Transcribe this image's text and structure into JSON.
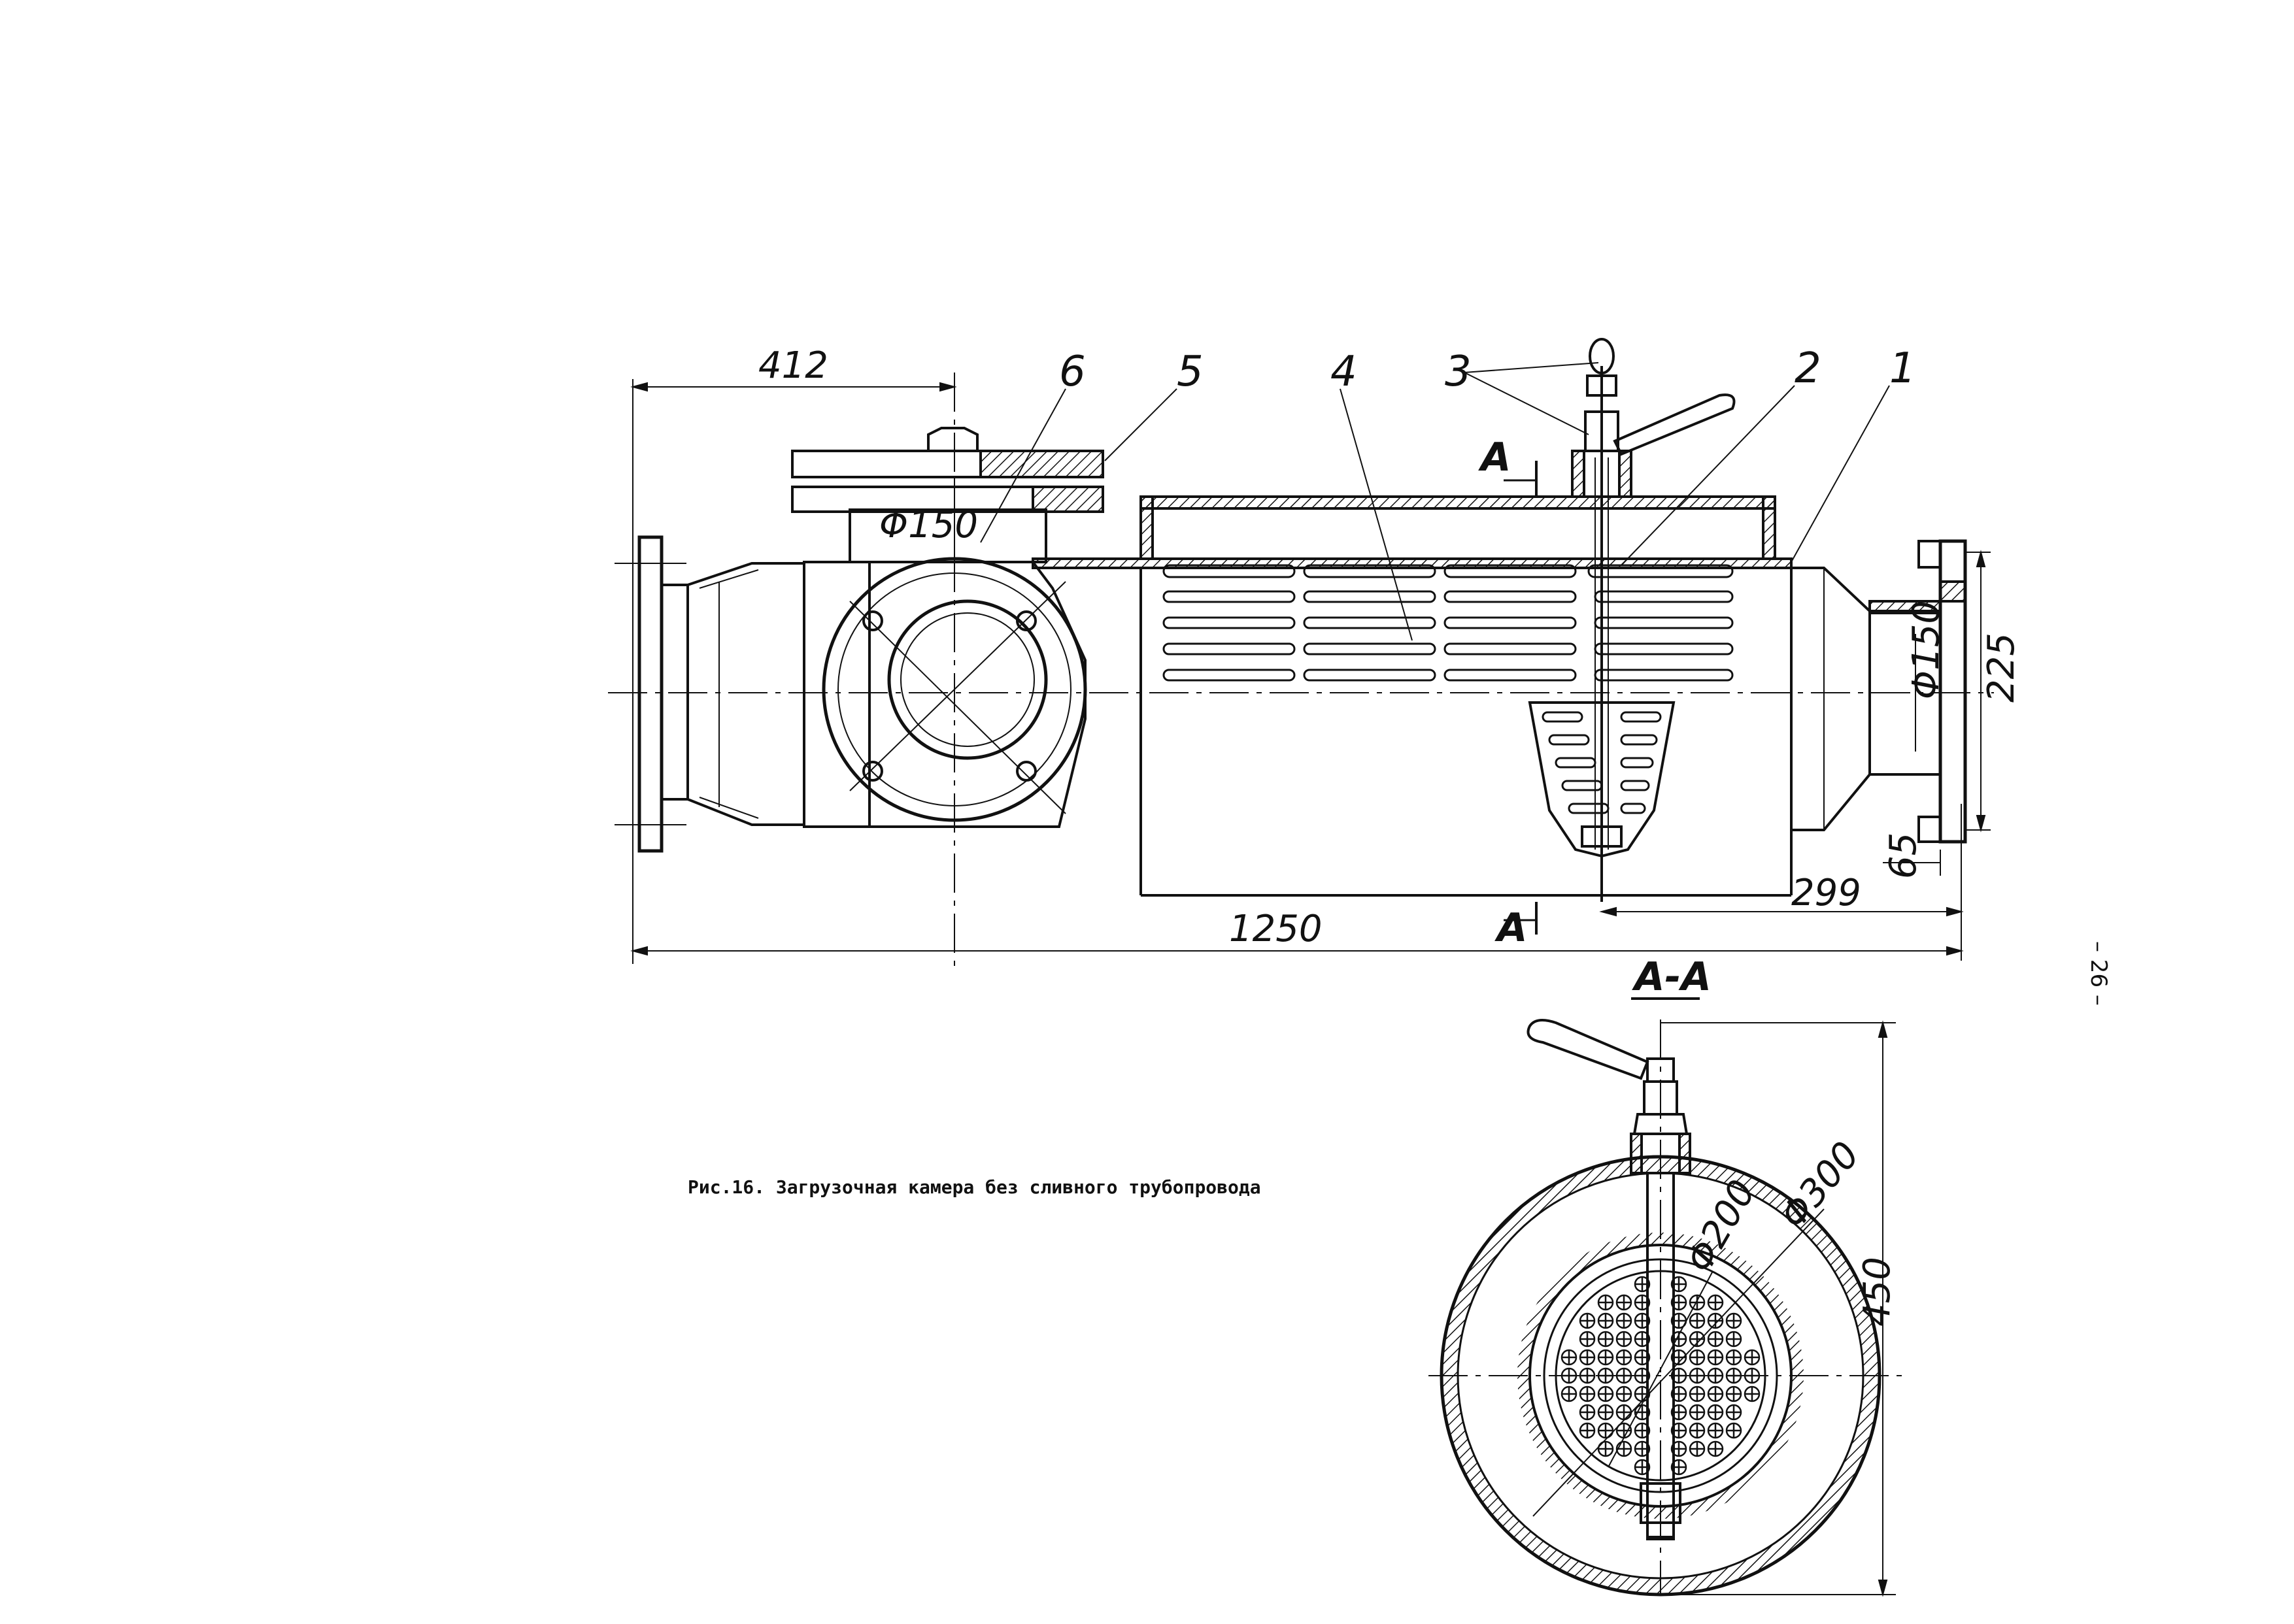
{
  "caption": "Рис.16. Загрузочная камера без сливного трубопровода",
  "page_number": "– 26 –",
  "section_label": "A-A",
  "section_marks": [
    "A",
    "A"
  ],
  "part_numbers": [
    "1",
    "2",
    "3",
    "4",
    "5",
    "6"
  ],
  "dimensions": {
    "d412": "412",
    "d150_top": "Φ150",
    "d150_right": "Φ150",
    "d225": "225",
    "d65": "65",
    "d299": "299",
    "d1250": "1250",
    "d450": "450",
    "d300": "Φ300",
    "d200": "Φ200"
  }
}
